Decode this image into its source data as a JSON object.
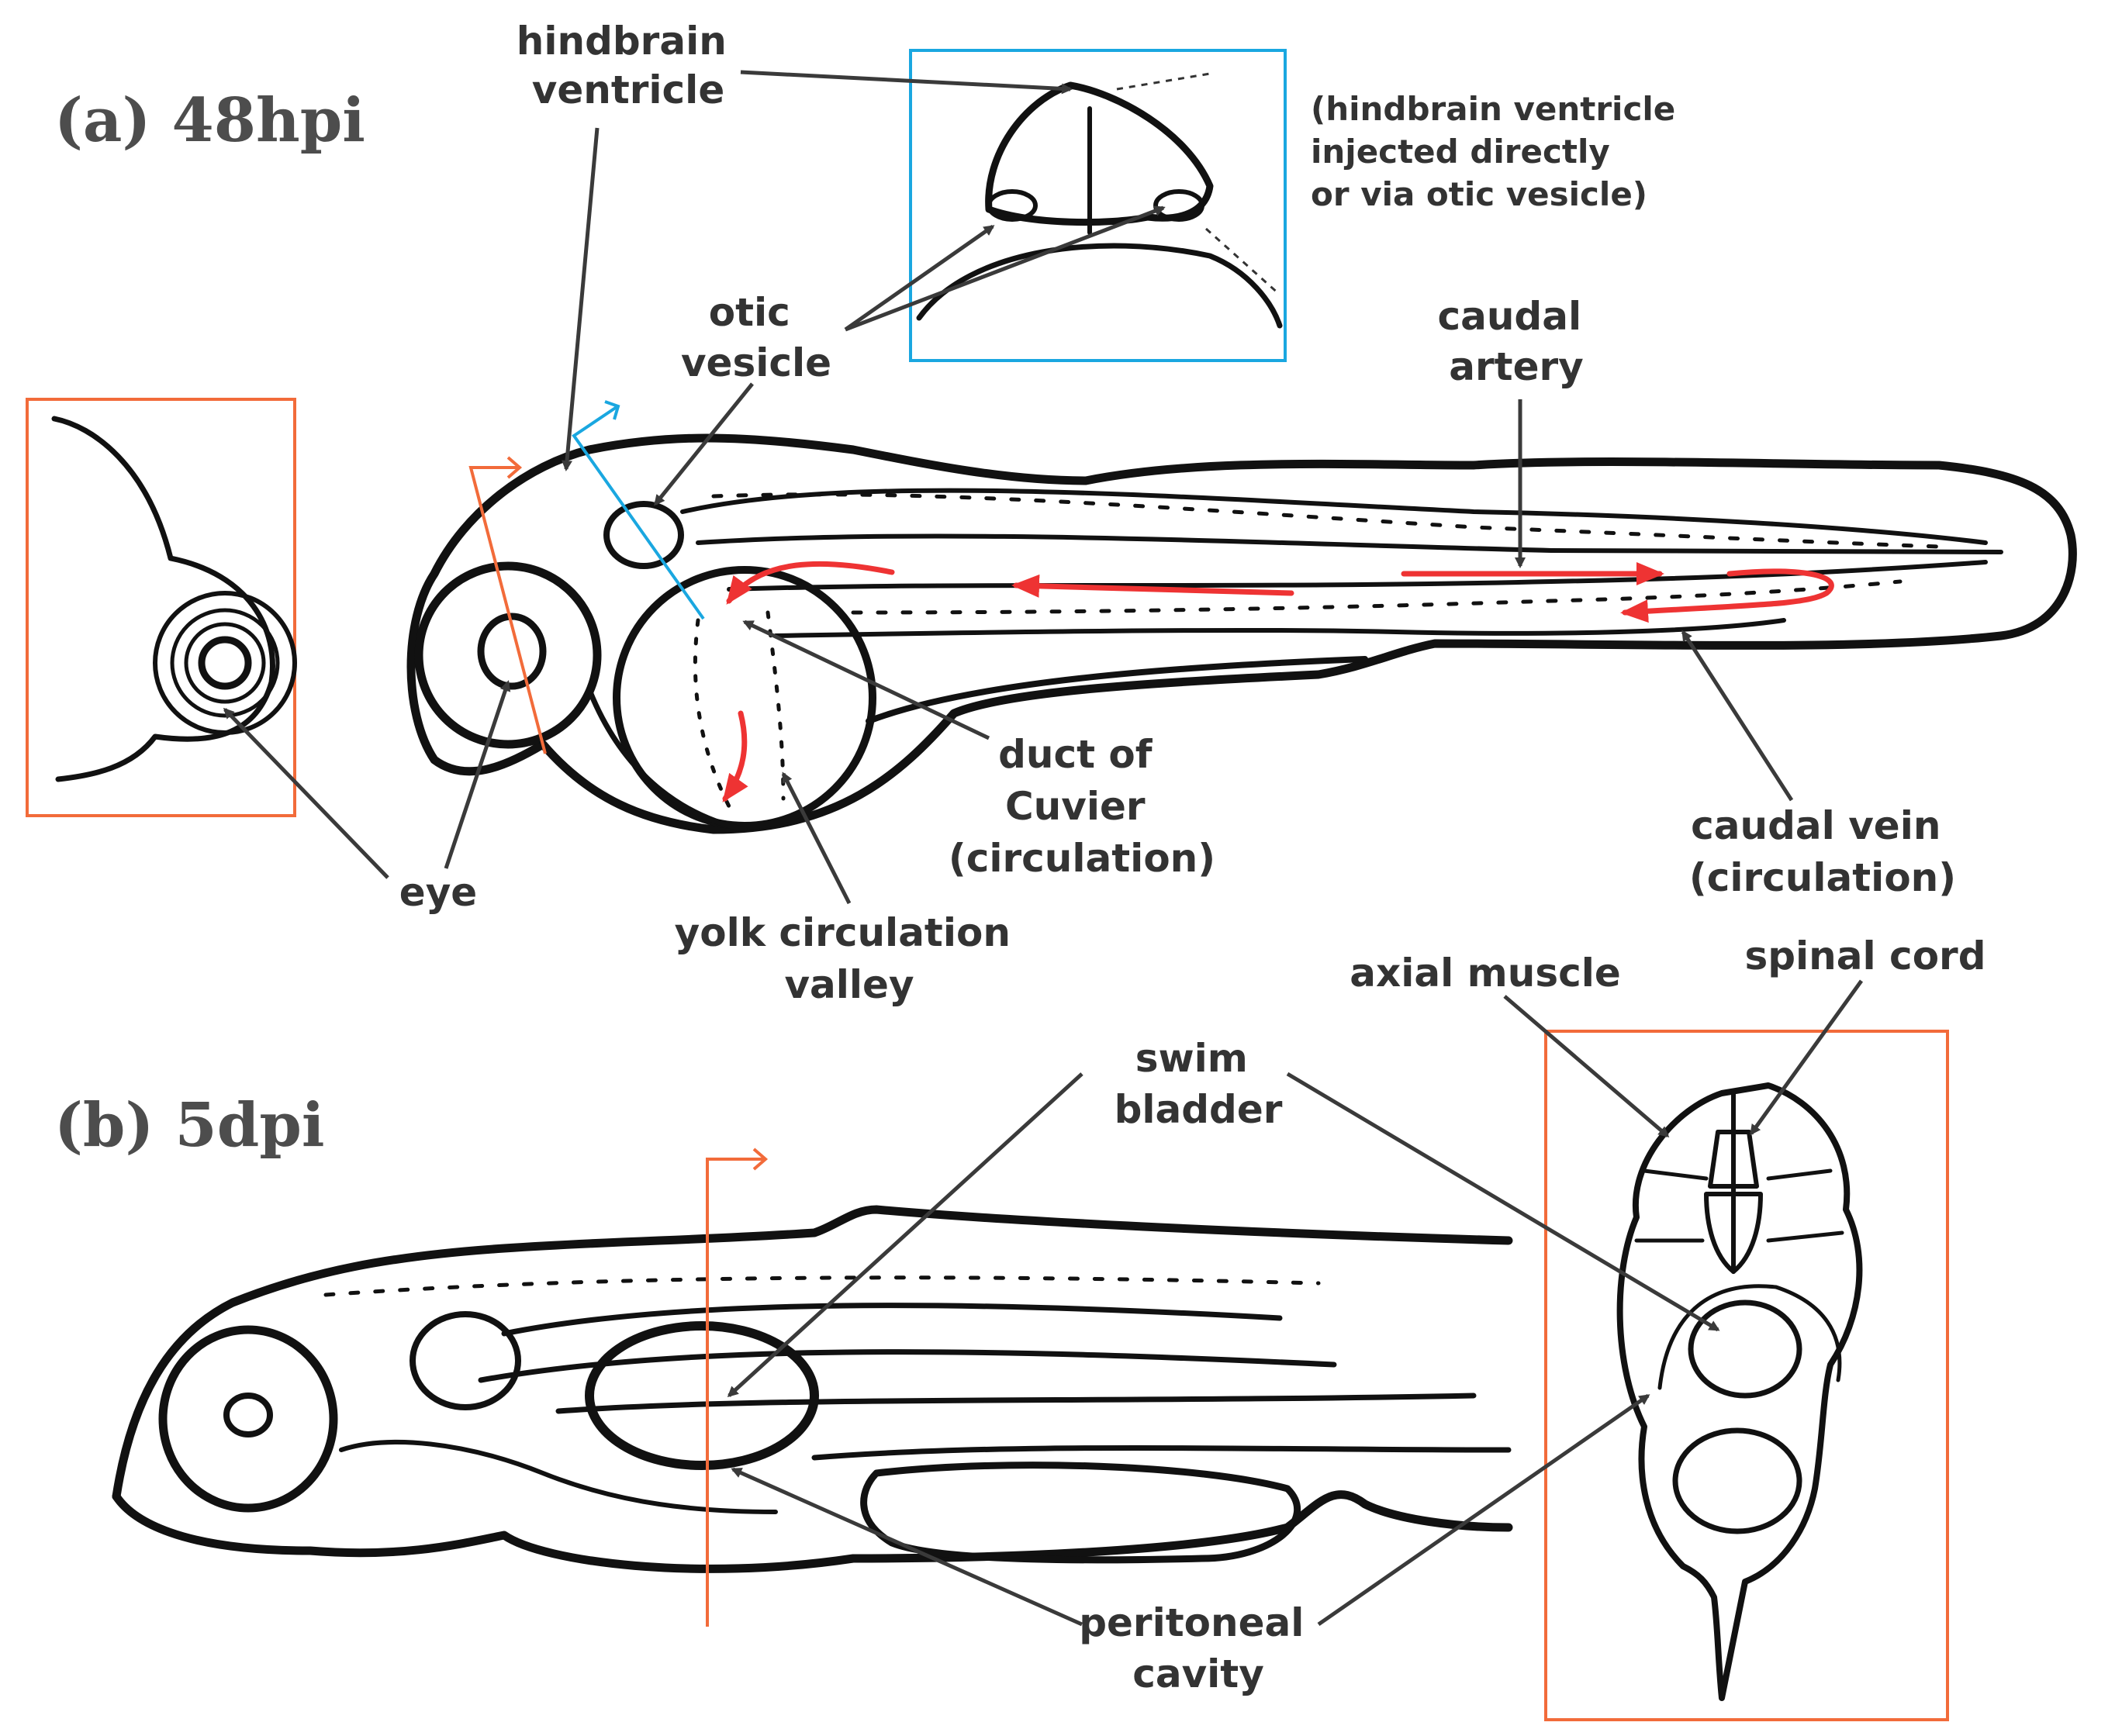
{
  "panels": {
    "a": {
      "title": "(a) 48hpi"
    },
    "b": {
      "title": "(b) 5dpi"
    }
  },
  "labels": {
    "hindbrain_ventricle": [
      "hindbrain",
      "ventricle"
    ],
    "injection_note": [
      "(hindbrain ventricle",
      "injected directly",
      "or via otic vesicle)"
    ],
    "otic_vesicle": [
      "otic",
      "vesicle"
    ],
    "caudal_artery": [
      "caudal",
      "artery"
    ],
    "duct_of_cuvier": [
      "duct of",
      "Cuvier",
      "(circulation)"
    ],
    "caudal_vein": [
      "caudal vein",
      "(circulation)"
    ],
    "eye": "eye",
    "yolk_circulation_valley": [
      "yolk circulation",
      "valley"
    ],
    "axial_muscle": "axial muscle",
    "spinal_cord": "spinal cord",
    "swim_bladder": [
      "swim",
      "bladder"
    ],
    "peritoneal_cavity": [
      "peritoneal",
      "cavity"
    ]
  },
  "colors": {
    "title": "#4d4d4d",
    "label": "#333333",
    "orange_section": "#f26b3a",
    "blue_section": "#1aa7e0",
    "circulation_arrows": "#ee3333",
    "ink": "#111111"
  }
}
